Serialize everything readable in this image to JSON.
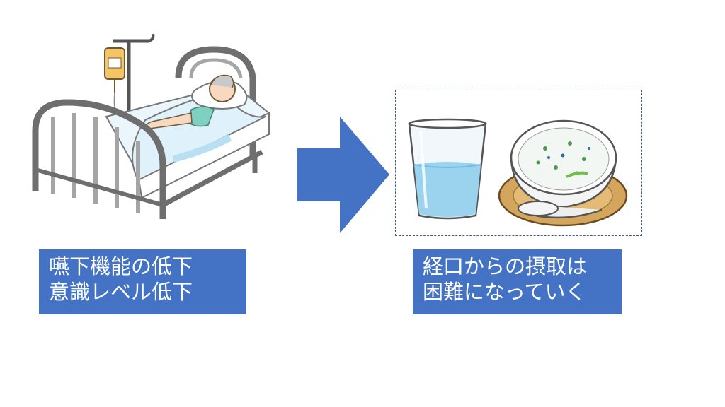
{
  "left_label": {
    "line1": "嚥下機能の低下",
    "line2": "意識レベル低下"
  },
  "right_label": {
    "line1": "経口からの摂取は",
    "line2": "困難になっていく"
  },
  "colors": {
    "label_bg": "#4472c4",
    "arrow": "#4472c4",
    "frame_border": "#3a5a8c",
    "text": "#ffffff"
  },
  "icons": [
    "hospital-bed-patient-icon",
    "arrow-right-icon",
    "water-glass-icon",
    "porridge-bowl-icon"
  ]
}
